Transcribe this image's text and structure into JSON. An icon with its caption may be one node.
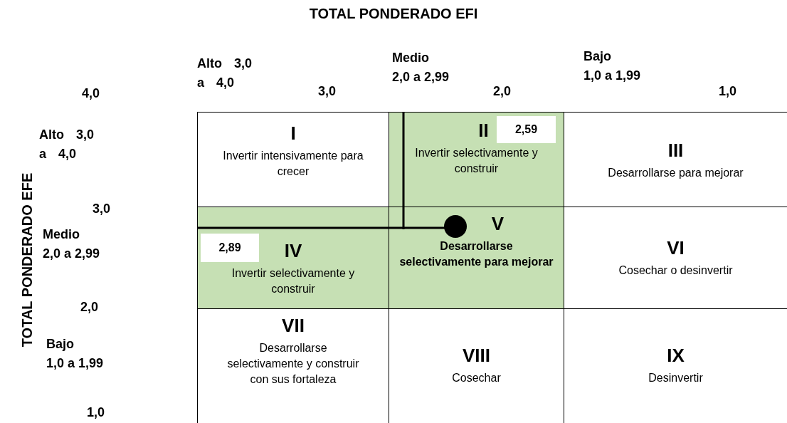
{
  "diagram": {
    "title": "TOTAL PONDERADO EFI",
    "nodes": [
      {
        "text": [
          "I",
          "Invertir intensivamente para crecer"
        ]
      },
      {
        "text": [
          "II",
          "Invertir selectivamente y construir"
        ]
      },
      {
        "text": [
          "2,59"
        ],
        "in": 1
      },
      {
        "text": [
          "III",
          "Desarrollarse para mejorar"
        ]
      },
      {
        "text": [
          "IV",
          "Invertir selectivamente y construir"
        ]
      },
      {
        "text": [
          "2,89"
        ],
        "in": 4
      },
      {
        "text": [
          "V",
          "Desarrollarse selectivamente para mejorar"
        ]
      },
      {
        "text": [
          "VI",
          "Cosechar o desinvertir"
        ]
      },
      {
        "text": [
          "VII",
          "Desarrollarse selectivamente y construir con sus fortaleza"
        ]
      },
      {
        "text": [
          "VIII",
          "Cosechar"
        ]
      },
      {
        "text": [
          "IX",
          "Desinvertir"
        ]
      }
    ],
    "labels": [
      "Alto 3,0 a 4,0",
      "3,0",
      "Medio 2,0 a 2,99",
      "2,0",
      "Bajo 1,0 a 1,99",
      "1,0",
      "4,0",
      "TOTAL PONDERADO EFE",
      "Alto 3,0 a 4,0",
      "3,0",
      "Medio 2,0 a 2,99",
      "2,0",
      "Bajo 1,0 a 1,99",
      "1,0"
    ]
  }
}
